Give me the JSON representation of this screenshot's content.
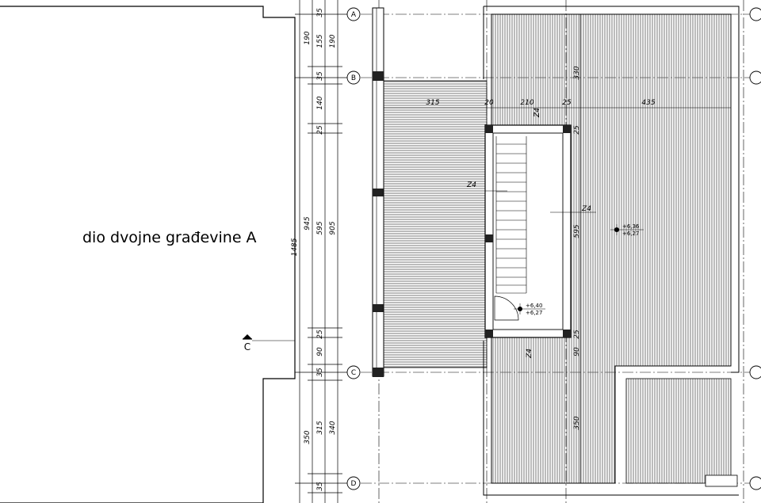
{
  "drawing": {
    "building_label": "dio dvojne građevine A",
    "section_mark": "C",
    "axes": [
      "A",
      "B",
      "C",
      "D"
    ],
    "level_marks": [
      {
        "top": "+6,40",
        "bottom": "+6,27"
      },
      {
        "top": "+6,36",
        "bottom": "+6,27"
      }
    ],
    "element_labels": [
      "Z4",
      "Z4",
      "Z4",
      "Z4"
    ],
    "vertical_dims": {
      "col1": [
        "1485"
      ],
      "col2": [
        "190",
        "945",
        "350"
      ],
      "col3": [
        "155",
        "140",
        "595",
        "90",
        "315"
      ],
      "col4": [
        "35",
        "190",
        "35",
        "25",
        "905",
        "25",
        "35",
        "340",
        "35"
      ],
      "mid": [
        "330",
        "25",
        "595",
        "25",
        "90",
        "350"
      ]
    },
    "horizontal_dims": [
      "315",
      "20",
      "210",
      "25",
      "435"
    ]
  }
}
